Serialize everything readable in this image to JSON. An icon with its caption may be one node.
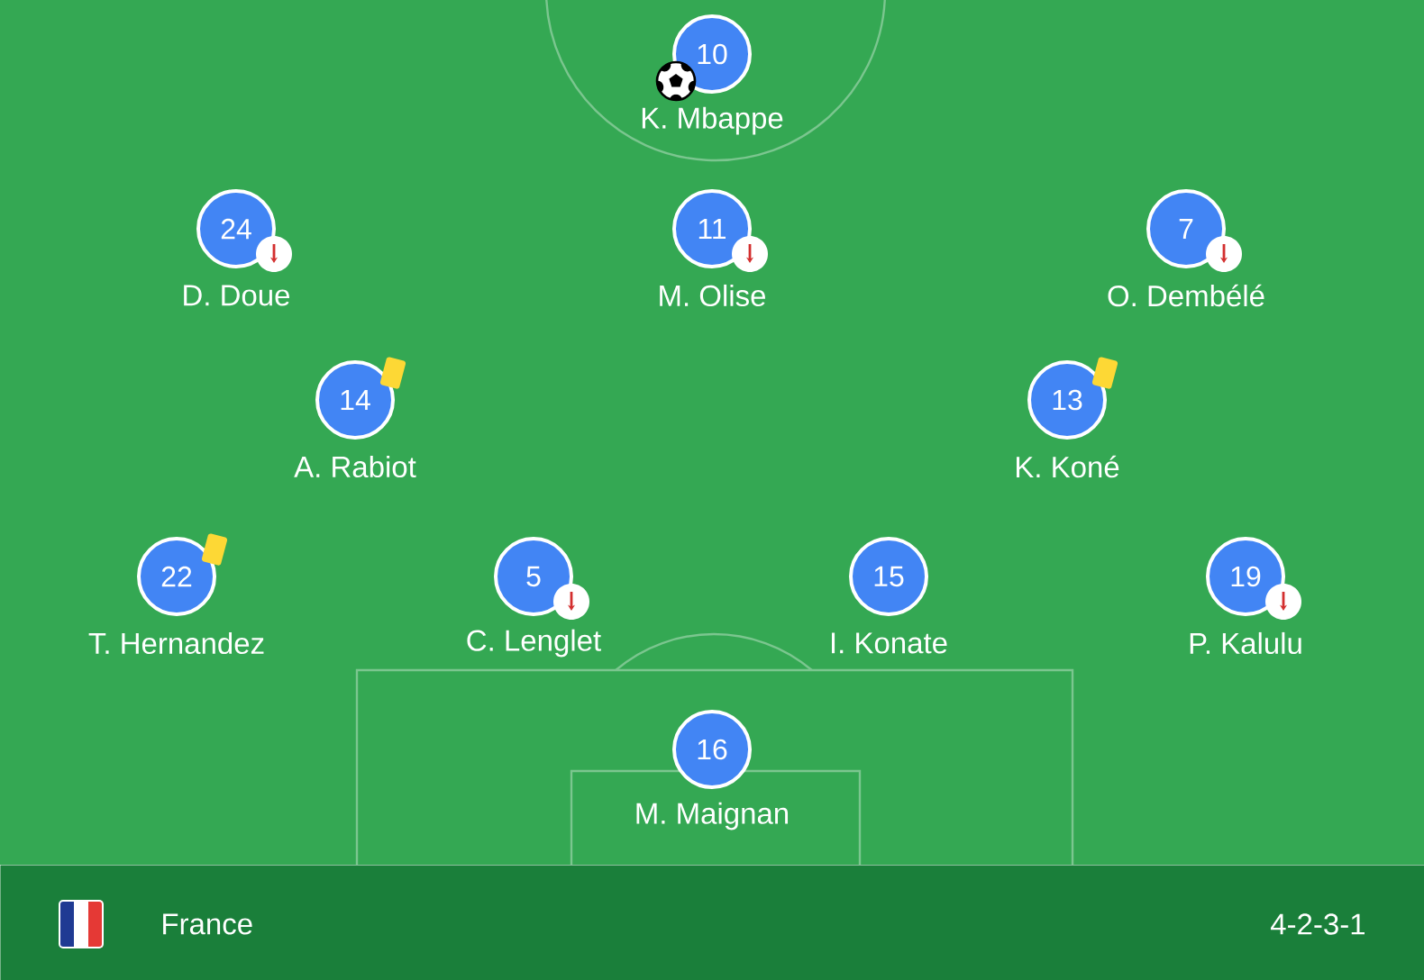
{
  "diagram": {
    "nodes": [
      {
        "text": [
          "10"
        ],
        "beside": [
          "K. Mbappe"
        ]
      },
      {
        "text": [
          "24"
        ],
        "beside": [
          "D. Doue"
        ]
      },
      {
        "text": [
          "11"
        ],
        "beside": [
          "M. Olise"
        ]
      },
      {
        "text": [
          "7"
        ],
        "beside": [
          "O. Dembélé"
        ]
      },
      {
        "text": [
          "14"
        ],
        "beside": [
          "A. Rabiot"
        ]
      },
      {
        "text": [
          "13"
        ],
        "beside": [
          "K. Koné"
        ]
      },
      {
        "text": [
          "22"
        ],
        "beside": [
          "T. Hernandez"
        ]
      },
      {
        "text": [
          "5"
        ],
        "beside": [
          "C. Lenglet"
        ]
      },
      {
        "text": [
          "15"
        ],
        "beside": [
          "I. Konate"
        ]
      },
      {
        "text": [
          "19"
        ],
        "beside": [
          "P. Kalulu"
        ]
      },
      {
        "text": [
          "16"
        ],
        "beside": [
          "M. Maignan"
        ]
      },
      {
        "text": [
          "France",
          "4-2-3-1"
        ]
      }
    ]
  }
}
